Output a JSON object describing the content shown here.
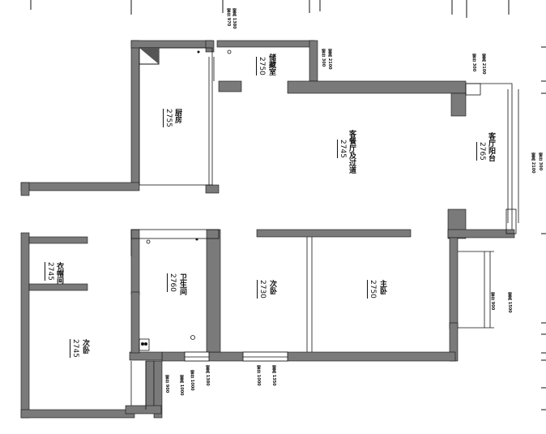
{
  "rooms": {
    "kitchen": {
      "name": "厨房",
      "elev": "2755"
    },
    "dining": {
      "name": "储藏室",
      "elev": "2750"
    },
    "living": {
      "name": "客餐厅及过道",
      "elev": "2745"
    },
    "balcony": {
      "name": "客厅阳台",
      "elev": "2765"
    },
    "cloak": {
      "name": "衣帽间",
      "elev": "2745"
    },
    "bath": {
      "name": "卫生间",
      "elev": "2760"
    },
    "second": {
      "name": "次卧",
      "elev": "2730"
    },
    "master": {
      "name": "主卧",
      "elev": "2750"
    },
    "bedroom2": {
      "name": "次卧",
      "elev": "2745"
    }
  },
  "tags": {
    "t1": "窗高 1380",
    "t2": "窗台 970",
    "t3": "窗高 2100",
    "t4": "窗台 300",
    "t5": "窗高 2100",
    "t6": "窗台 300",
    "t7": "窗高 2100",
    "t8": "窗台 300",
    "t9": "窗高 1500",
    "t10": "窗台 900",
    "t11": "窗高 1350",
    "t12": "窗台 1000",
    "t13": "窗高 1380",
    "t14": "窗台 1000",
    "t15": "窗台 900",
    "t16": "窗高 1000"
  },
  "colors": {
    "wall": "#7a7a7a",
    "line": "#111111"
  }
}
